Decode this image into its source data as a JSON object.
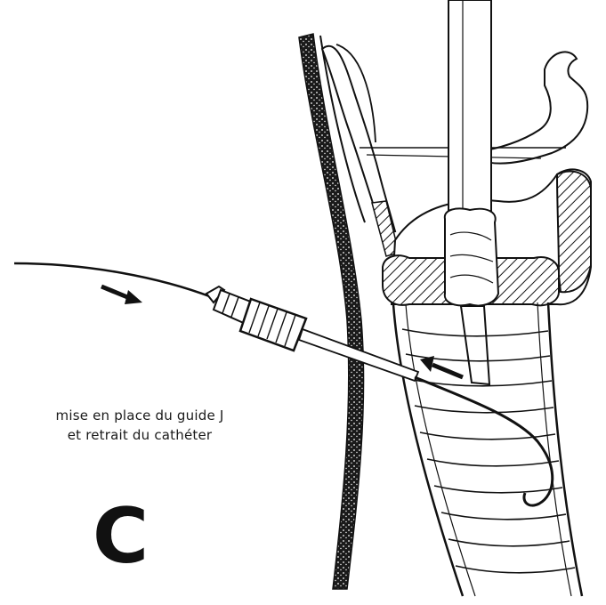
{
  "caption": {
    "line1": "mise en place du guide J",
    "line2": "et retrait du cathéter"
  },
  "panel_label": "C",
  "colors": {
    "ink": "#111111",
    "paper": "#ffffff"
  }
}
